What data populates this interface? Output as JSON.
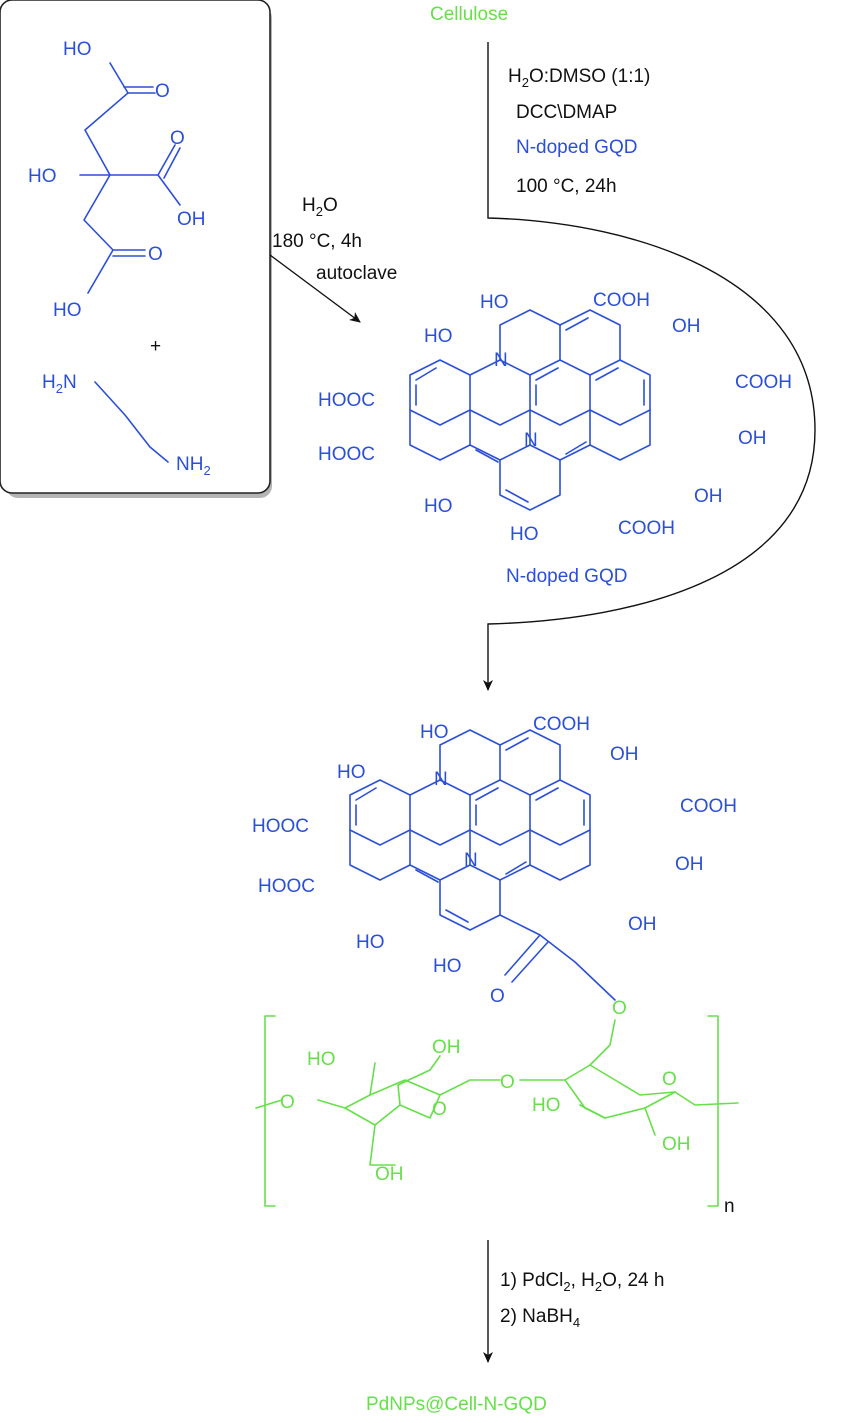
{
  "reagents": {
    "cellulose": "Cellulose",
    "plus": "+",
    "step1": {
      "solvent": "H2O",
      "conditions": "180 °C, 4h",
      "vessel": "autoclave"
    },
    "step2": {
      "solvent": "H2O:DMSO (1:1)",
      "coupling": "DCC\\DMAP",
      "reactant": "N-doped GQD",
      "conditions": "100 °C, 24h"
    },
    "step3": {
      "line1": "1) PdCl2, H2O, 24 h",
      "line2": "2) NaBH4"
    }
  },
  "compounds": {
    "gqd_label": "N-doped GQD",
    "product": "PdNPs@Cell-N-GQD"
  },
  "atom_labels": {
    "HO": "HO",
    "OH": "OH",
    "O": "O",
    "N": "N",
    "COOH": "COOH",
    "HOOC": "HOOC",
    "H2N": "H2N",
    "NH2": "NH2",
    "n": "n"
  },
  "colors": {
    "precursor": "#2b4fd9",
    "cellulose": "#66e04a",
    "text": "#111111"
  },
  "icons": [
    "reaction-arrow",
    "curved-reaction-arrow"
  ]
}
